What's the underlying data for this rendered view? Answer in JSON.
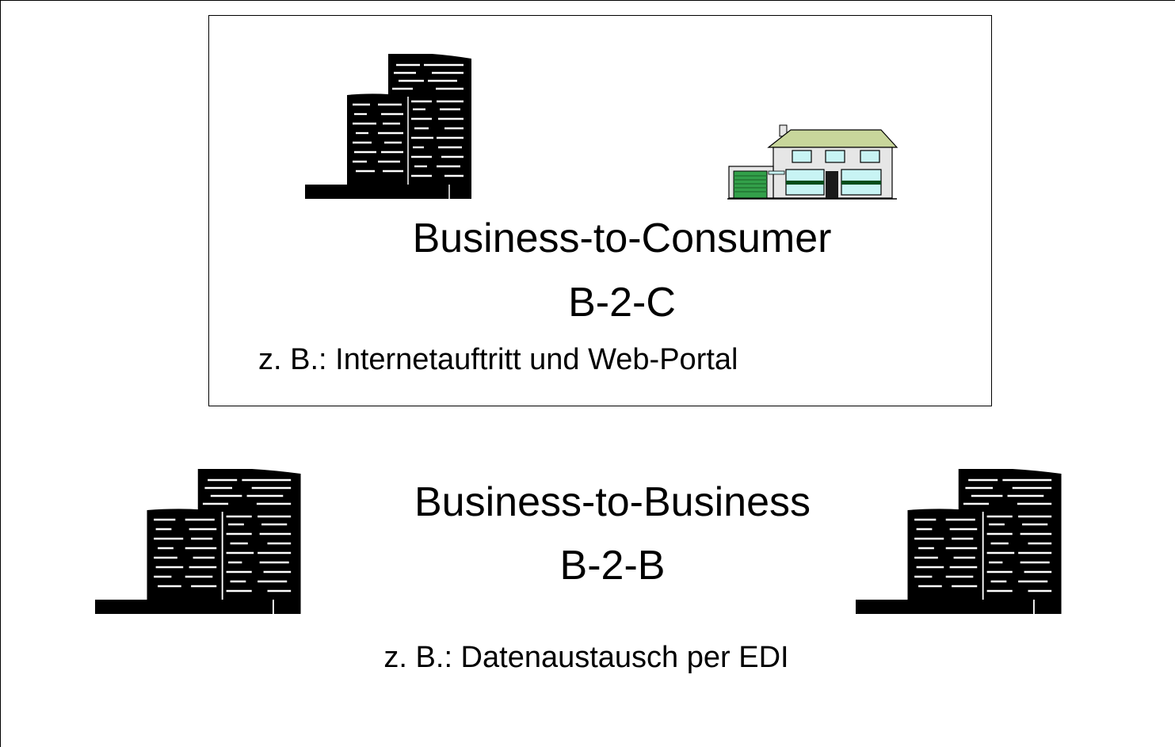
{
  "b2c": {
    "title": "Business-to-Consumer",
    "abbr": "B-2-C",
    "example": "z. B.: Internetauftritt und Web-Portal"
  },
  "b2b": {
    "title": "Business-to-Business",
    "abbr": "B-2-B",
    "example": "z. B.: Datenaustausch per EDI"
  },
  "colors": {
    "building": "#000000",
    "house_wall": "#e6e6e6",
    "house_roof": "#c8d69b",
    "house_window": "#c8f4f4",
    "house_trim": "#004d1a",
    "garage_door": "#33a04a"
  }
}
